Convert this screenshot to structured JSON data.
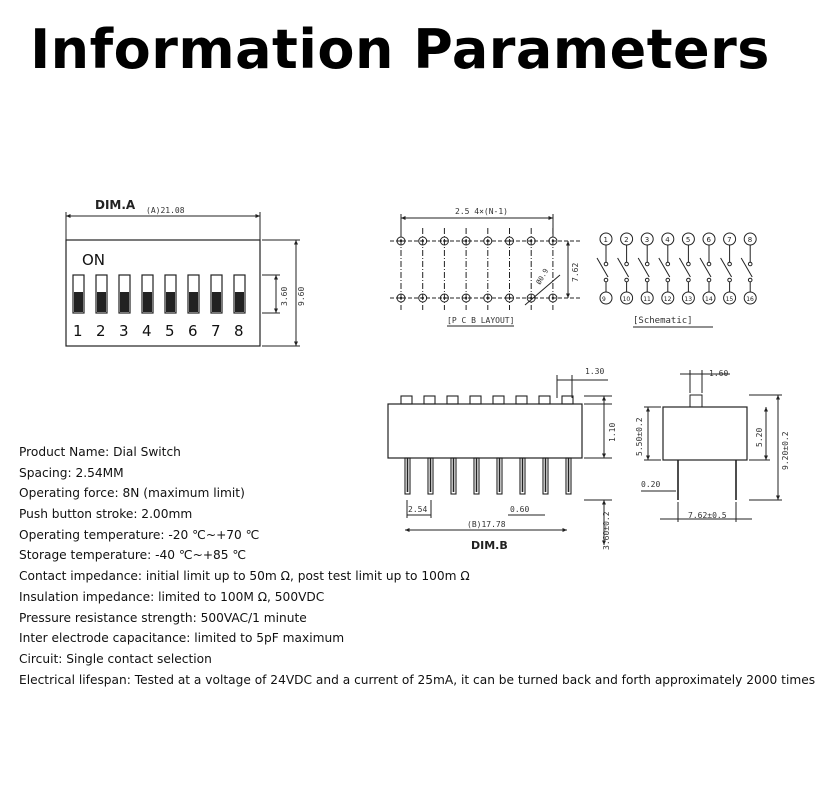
{
  "title": "Information Parameters",
  "dim_a": {
    "label": "DIM.A",
    "length": "(A)21.08",
    "on": "ON",
    "switch_numbers": [
      "1",
      "2",
      "3",
      "4",
      "5",
      "6",
      "7",
      "8"
    ],
    "dim_inner": "3.60",
    "dim_outer": "9.60"
  },
  "pcb": {
    "pitch": "2.5 4×(N-1)",
    "row_spacing": "7.62",
    "hole": "Ø0.9",
    "caption": "[P C B LAYOUT]"
  },
  "schematic": {
    "numbers": [
      "1",
      "2",
      "3",
      "4",
      "5",
      "6",
      "7",
      "8"
    ],
    "bottom_numbers": [
      "9",
      "10",
      "11",
      "12",
      "13",
      "14",
      "15",
      "16"
    ],
    "caption": "[Schematic]"
  },
  "dim_b": {
    "label": "DIM.B",
    "knob_width": "1.30",
    "knob_height": "1.10",
    "pin_pitch": "2.54",
    "pin_width": "0.60",
    "length": "(B)17.78",
    "pin_length": "3.60±0.2"
  },
  "side": {
    "knob": "1.60",
    "body_height": "5.50±0.2",
    "upper": "5.20",
    "total": "9.20±0.2",
    "pin": "0.20",
    "row": "7.62±0.5"
  },
  "specs": [
    "Product Name: Dial Switch",
    "Spacing: 2.54MM",
    "Operating force: 8N (maximum limit)",
    "Push button stroke: 2.00mm",
    "Operating temperature: -20 ℃~+70 ℃",
    "Storage temperature: -40 ℃~+85 ℃",
    "Contact impedance: initial limit up to 50m Ω, post test limit up to 100m Ω",
    "Insulation impedance: limited to 100M Ω, 500VDC",
    "Pressure resistance strength: 500VAC/1 minute",
    "Inter electrode capacitance: limited to 5pF maximum",
    "Circuit: Single contact selection",
    "Electrical lifespan: Tested at a voltage of 24VDC and a current of 25mA, it can be turned back and forth approximately 2000 times"
  ]
}
